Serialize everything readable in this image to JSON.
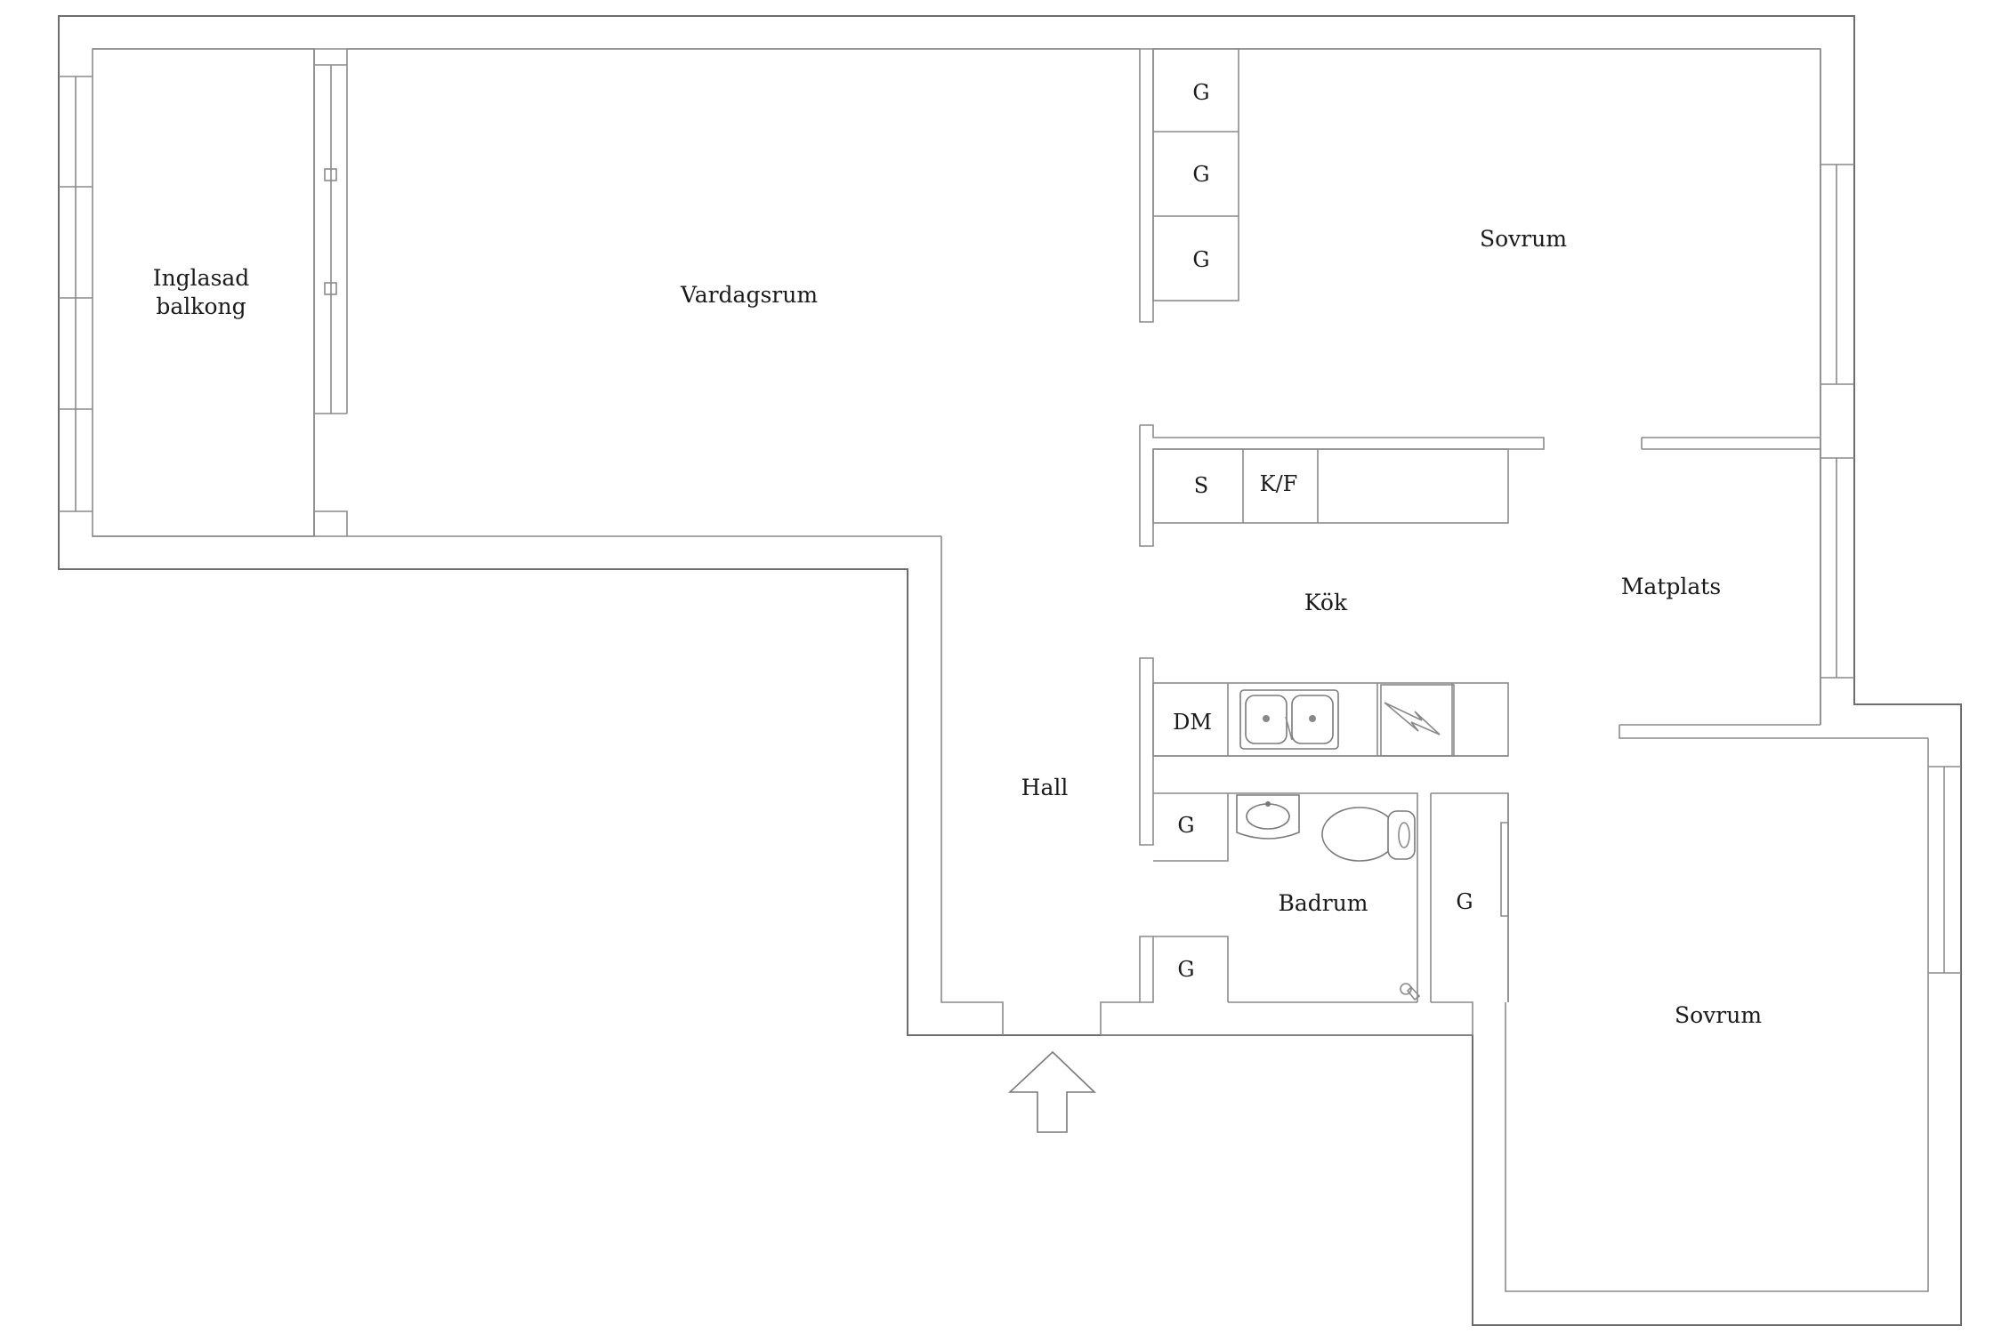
{
  "rooms": {
    "balcony_line1": "Inglasad",
    "balcony_line2": "balkong",
    "living_room": "Vardagsrum",
    "bedroom_top": "Sovrum",
    "kitchen": "Kök",
    "dining": "Matplats",
    "hall": "Hall",
    "bathroom": "Badrum",
    "bedroom_bottom": "Sovrum"
  },
  "fixtures": {
    "wardrobe": "G",
    "stove": "S",
    "fridge_freezer": "K/F",
    "dishwasher": "DM"
  }
}
